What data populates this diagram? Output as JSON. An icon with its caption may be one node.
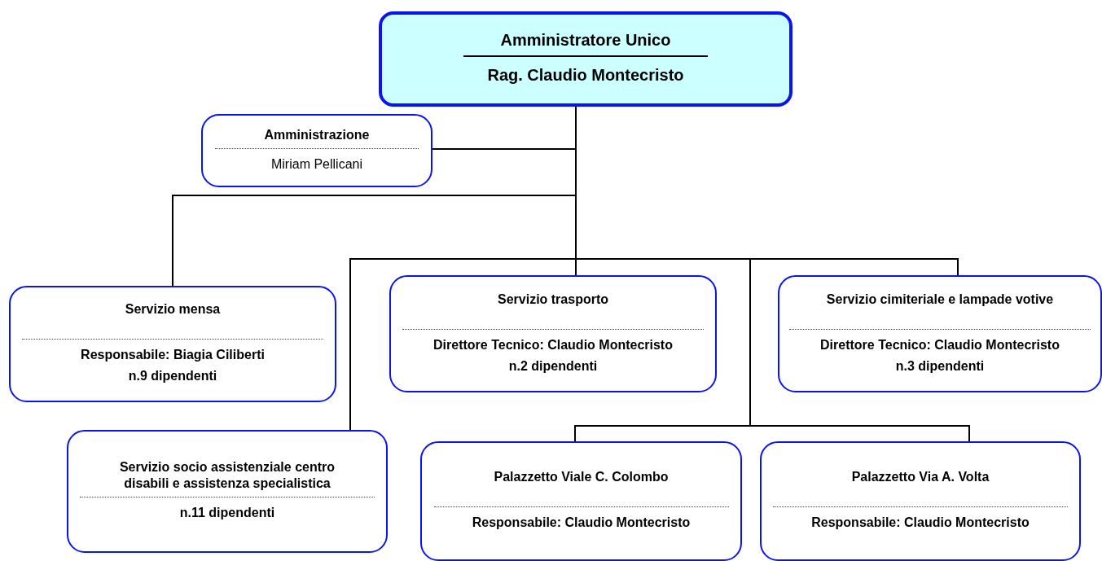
{
  "diagram": {
    "nodes": [
      {
        "text": [
          "Amministratore Unico",
          "Rag. Claudio Montecristo"
        ]
      },
      {
        "text": [
          "Amministrazione",
          "Miriam Pellicani"
        ]
      },
      {
        "text": [
          "Servizio mensa",
          "Responsabile: Biagia Ciliberti",
          "n.9 dipendenti"
        ]
      },
      {
        "text": [
          "Servizio trasporto",
          "Direttore Tecnico: Claudio Montecristo",
          "n.2 dipendenti"
        ]
      },
      {
        "text": [
          "Servizio cimiteriale e lampade votive",
          "Direttore Tecnico: Claudio Montecristo",
          "n.3 dipendenti"
        ]
      },
      {
        "text": [
          "Servizio socio assistenziale centro disabili e assistenza specialistica",
          "n.11 dipendenti"
        ]
      },
      {
        "text": [
          "Palazzetto Viale C. Colombo",
          "Responsabile: Claudio Montecristo"
        ]
      },
      {
        "text": [
          "Palazzetto Via A. Volta",
          "Responsabile: Claudio Montecristo"
        ]
      }
    ],
    "edges": [
      {
        "from": 0,
        "to": 1,
        "arrow": "none"
      },
      {
        "from": 0,
        "to": 2,
        "arrow": "none"
      },
      {
        "from": 0,
        "to": 3,
        "arrow": "none"
      },
      {
        "from": 0,
        "to": 4,
        "arrow": "none"
      },
      {
        "from": 0,
        "to": 5,
        "arrow": "none"
      },
      {
        "from": 0,
        "to": 6,
        "arrow": "none"
      },
      {
        "from": 0,
        "to": 7,
        "arrow": "none"
      }
    ]
  }
}
